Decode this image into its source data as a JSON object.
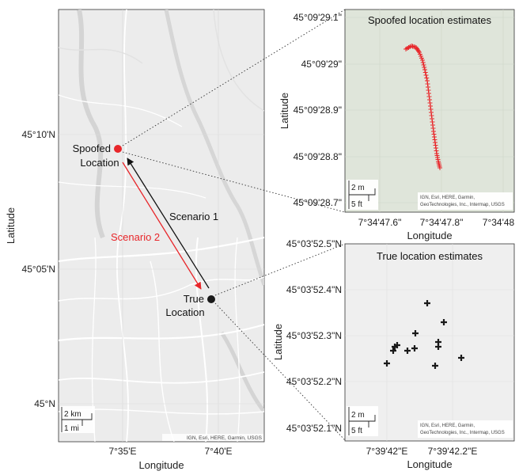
{
  "main_map": {
    "y_ticks": [
      "45°10'N",
      "45°05'N",
      "45°N"
    ],
    "x_ticks": [
      "7°35'E",
      "7°40'E"
    ],
    "xlabel": "Longitude",
    "ylabel": "Latitude",
    "spoofed_label_line1": "Spoofed",
    "spoofed_label_line2": "Location",
    "true_label_line1": "True",
    "true_label_line2": "Location",
    "scenario1": "Scenario 1",
    "scenario2": "Scenario 2",
    "scale_km": "2 km",
    "scale_mi": "1 mi",
    "attribution": "IGN, Esri, HERE, Garmin, USGS",
    "colors": {
      "spoofed": "#e8262a",
      "true": "#1a1a1a",
      "scenario2": "#e8262a",
      "scenario1": "#111111"
    }
  },
  "spoofed_inset": {
    "title": "Spoofed location estimates",
    "y_ticks": [
      "45°09'29.1\"",
      "45°09'29\"",
      "45°09'28.9\"",
      "45°09'28.8\"",
      "45°09'28.7\""
    ],
    "x_ticks": [
      "7°34'47.6\"",
      "7°34'47.8\"",
      "7°34'48"
    ],
    "xlabel": "Longitude",
    "ylabel": "Latitude",
    "scale_m": "2 m",
    "scale_ft": "5 ft",
    "attribution_line1": "IGN, Esri, HERE, Garmin,",
    "attribution_line2": "GeoTechnologies, Inc., Intermap, USGS",
    "marker_color": "#e8262a"
  },
  "true_inset": {
    "title": "True location estimates",
    "y_ticks": [
      "45°03'52.5\"N",
      "45°03'52.4\"N",
      "45°03'52.3\"N",
      "45°03'52.2\"N",
      "45°03'52.1\"N"
    ],
    "x_ticks": [
      "7°39'42\"E",
      "7°39'42.2\"E"
    ],
    "xlabel": "Longitude",
    "ylabel": "Latitude",
    "scale_m": "2 m",
    "scale_ft": "5 ft",
    "attribution_line1": "IGN, Esri, HERE, Garmin,",
    "attribution_line2": "GeoTechnologies, Inc., Intermap, USGS",
    "marker_color": "#1a1a1a"
  }
}
